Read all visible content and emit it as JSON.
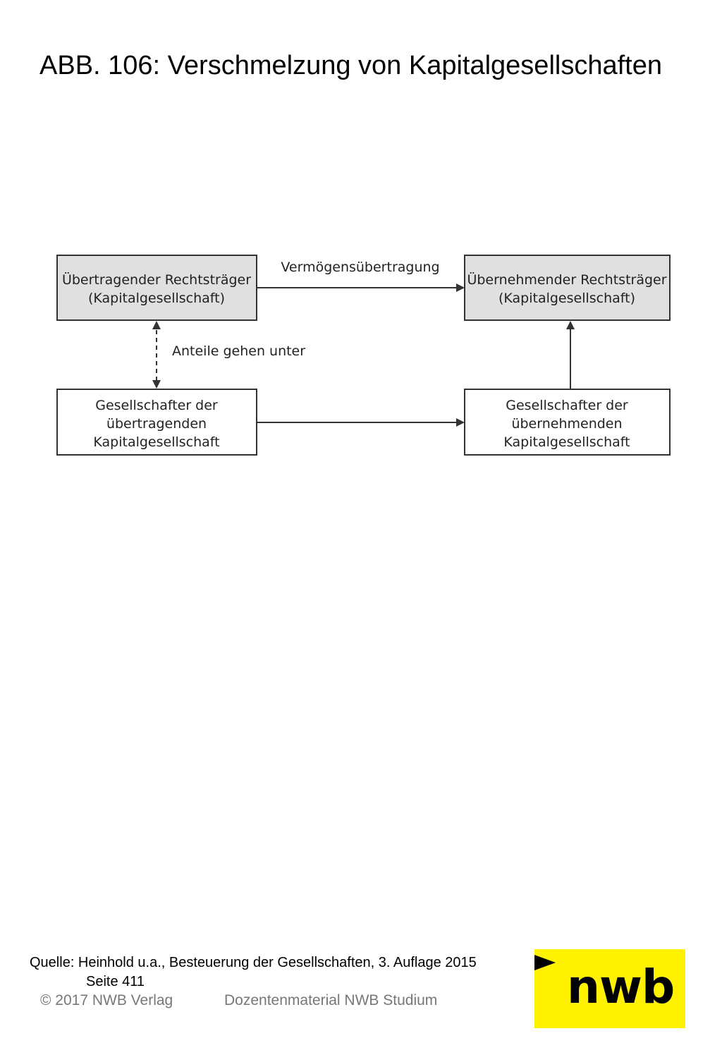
{
  "title": "ABB. 106:  Verschmelzung von Kapitalgesellschaften",
  "diagram": {
    "nodes": {
      "transferring_entity": {
        "line1": "Übertragender Rechtsträger",
        "line2": "(Kapitalgesellschaft)"
      },
      "acquiring_entity": {
        "line1": "Übernehmender Rechtsträger",
        "line2": "(Kapitalgesellschaft)"
      },
      "transferring_shareholders": {
        "line1": "Gesellschafter der",
        "line2": "übertragenden",
        "line3": "Kapitalgesellschaft"
      },
      "acquiring_shareholders": {
        "line1": "Gesellschafter der",
        "line2": "übernehmenden",
        "line3": "Kapitalgesellschaft"
      }
    },
    "edges": {
      "asset_transfer": "Vermögensübertragung",
      "shares_lapse": "Anteile gehen unter"
    },
    "colors": {
      "top_box_fill": "#e0e0e0",
      "bottom_box_fill": "#ffffff",
      "stroke": "#333333"
    }
  },
  "source": {
    "line1": "Quelle: Heinhold u.a., Besteuerung der Gesellschaften, 3. Auflage 2015",
    "line2": "Seite 411"
  },
  "footer": {
    "copyright": "© 2017 NWB Verlag",
    "material": "Dozentenmaterial NWB Studium"
  },
  "logo": {
    "text": "nwb",
    "color": "#fff200"
  }
}
